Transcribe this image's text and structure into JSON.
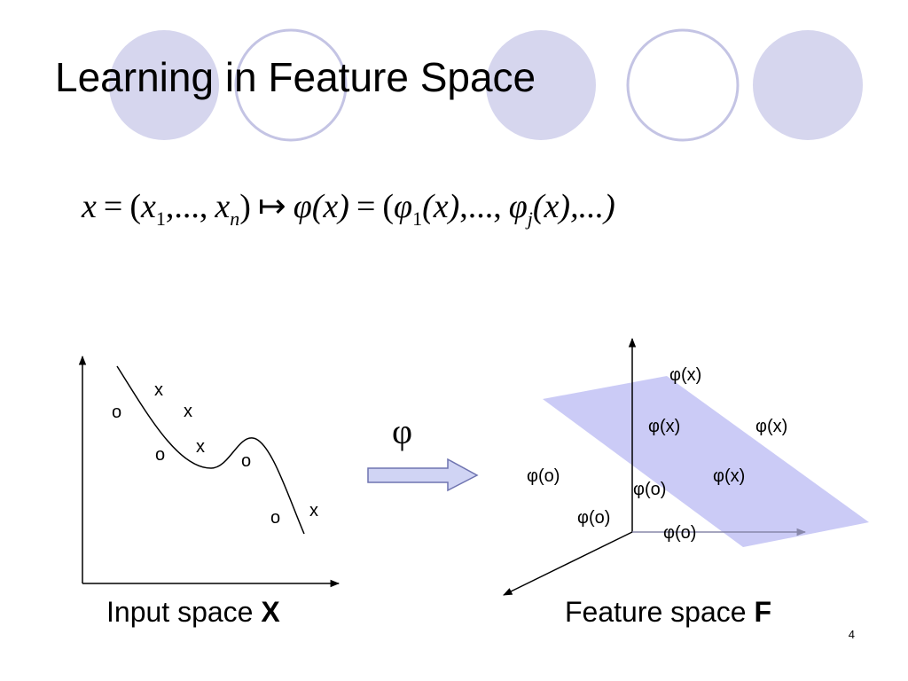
{
  "slide": {
    "title": "Learning in Feature Space",
    "page_number": "4",
    "colors": {
      "decor_fill": "#d6d6ee",
      "decor_stroke": "#c4c4e4",
      "plane": "#c8c8f6",
      "arrow_fill": "#d0d4f4"
    }
  },
  "formula": {
    "x": "x",
    "eq": "=",
    "open": "(",
    "x1": "x",
    "sub1": "1",
    "dots": ",...,",
    "xn": "x",
    "subn": "n",
    "close": ")",
    "mapsto": "↦",
    "phi": "φ",
    "px": "(x)",
    "eq2": "=",
    "open2": "(",
    "phi1": "φ",
    "sub_phi1": "1",
    "px1": "(x)",
    "dots2": ",...,",
    "phij": "φ",
    "sub_phij": "j",
    "pxj": "(x),...)"
  },
  "input_space": {
    "caption": "Input space ",
    "caption_bold": "X",
    "points": [
      {
        "label": "x"
      },
      {
        "label": "o"
      },
      {
        "label": "x"
      },
      {
        "label": "x"
      },
      {
        "label": "o"
      },
      {
        "label": "o"
      },
      {
        "label": "o"
      },
      {
        "label": "x"
      }
    ]
  },
  "mapping": {
    "symbol": "φ"
  },
  "feature_space": {
    "caption": "Feature space ",
    "caption_bold": "F",
    "points": [
      {
        "label": "φ(x)"
      },
      {
        "label": "φ(x)"
      },
      {
        "label": "φ(x)"
      },
      {
        "label": "φ(x)"
      },
      {
        "label": "φ(o)"
      },
      {
        "label": "φ(o)"
      },
      {
        "label": "φ(o)"
      },
      {
        "label": "φ(o)"
      }
    ]
  }
}
